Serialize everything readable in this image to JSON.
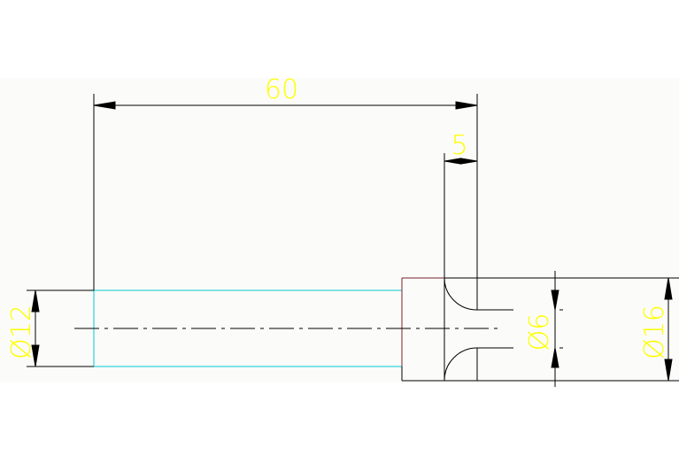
{
  "drawing": {
    "dimensions": {
      "length_total": "60",
      "length_shoulder": "5",
      "diameter_shaft": "Ø12",
      "diameter_bore": "Ø6",
      "diameter_head": "Ø16"
    },
    "colors": {
      "background": "#ffffff",
      "drawing_area": "#fbfcf9",
      "dimension_text": "#ffff00",
      "lines": "#000000",
      "shaft_outline": "#00c8d2",
      "head_outline": "#7a1f2b"
    }
  }
}
